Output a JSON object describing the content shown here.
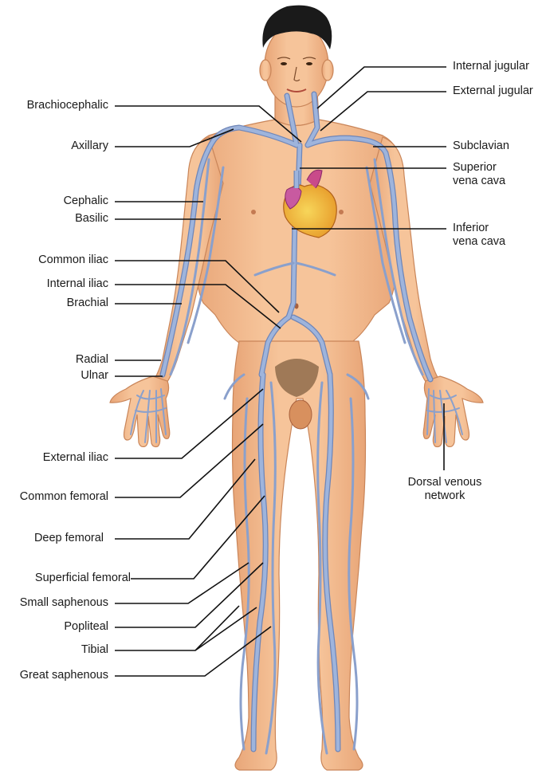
{
  "figure": {
    "skin_color": "#f2b98c",
    "skin_shadow": "#e59f6c",
    "vein_color": "#9eb4dc",
    "vein_outline": "#6f86b8",
    "hair_color": "#1a1a1a",
    "heart_color": "#f5c842",
    "heart_accent": "#c94a8a",
    "leader_color": "#111111"
  },
  "labels": {
    "brachiocephalic": "Brachiocephalic",
    "axillary": "Axillary",
    "cephalic": "Cephalic",
    "basilic": "Basilic",
    "common_iliac": "Common iliac",
    "internal_iliac": "Internal iliac",
    "brachial": "Brachial",
    "radial": "Radial",
    "ulnar": "Ulnar",
    "external_iliac": "External iliac",
    "common_femoral": "Common femoral",
    "deep_femoral": "Deep femoral",
    "superficial_femoral": "Superficial femoral",
    "small_saphenous": "Small saphenous",
    "popliteal": "Popliteal",
    "tibial": "Tibial",
    "great_saphenous": "Great saphenous",
    "internal_jugular": "Internal jugular",
    "external_jugular": "External jugular",
    "subclavian": "Subclavian",
    "superior_vena_cava_1": "Superior",
    "superior_vena_cava_2": "vena cava",
    "inferior_vena_cava_1": "Inferior",
    "inferior_vena_cava_2": "vena cava",
    "dorsal_venous_network_1": "Dorsal venous",
    "dorsal_venous_network_2": "network"
  }
}
